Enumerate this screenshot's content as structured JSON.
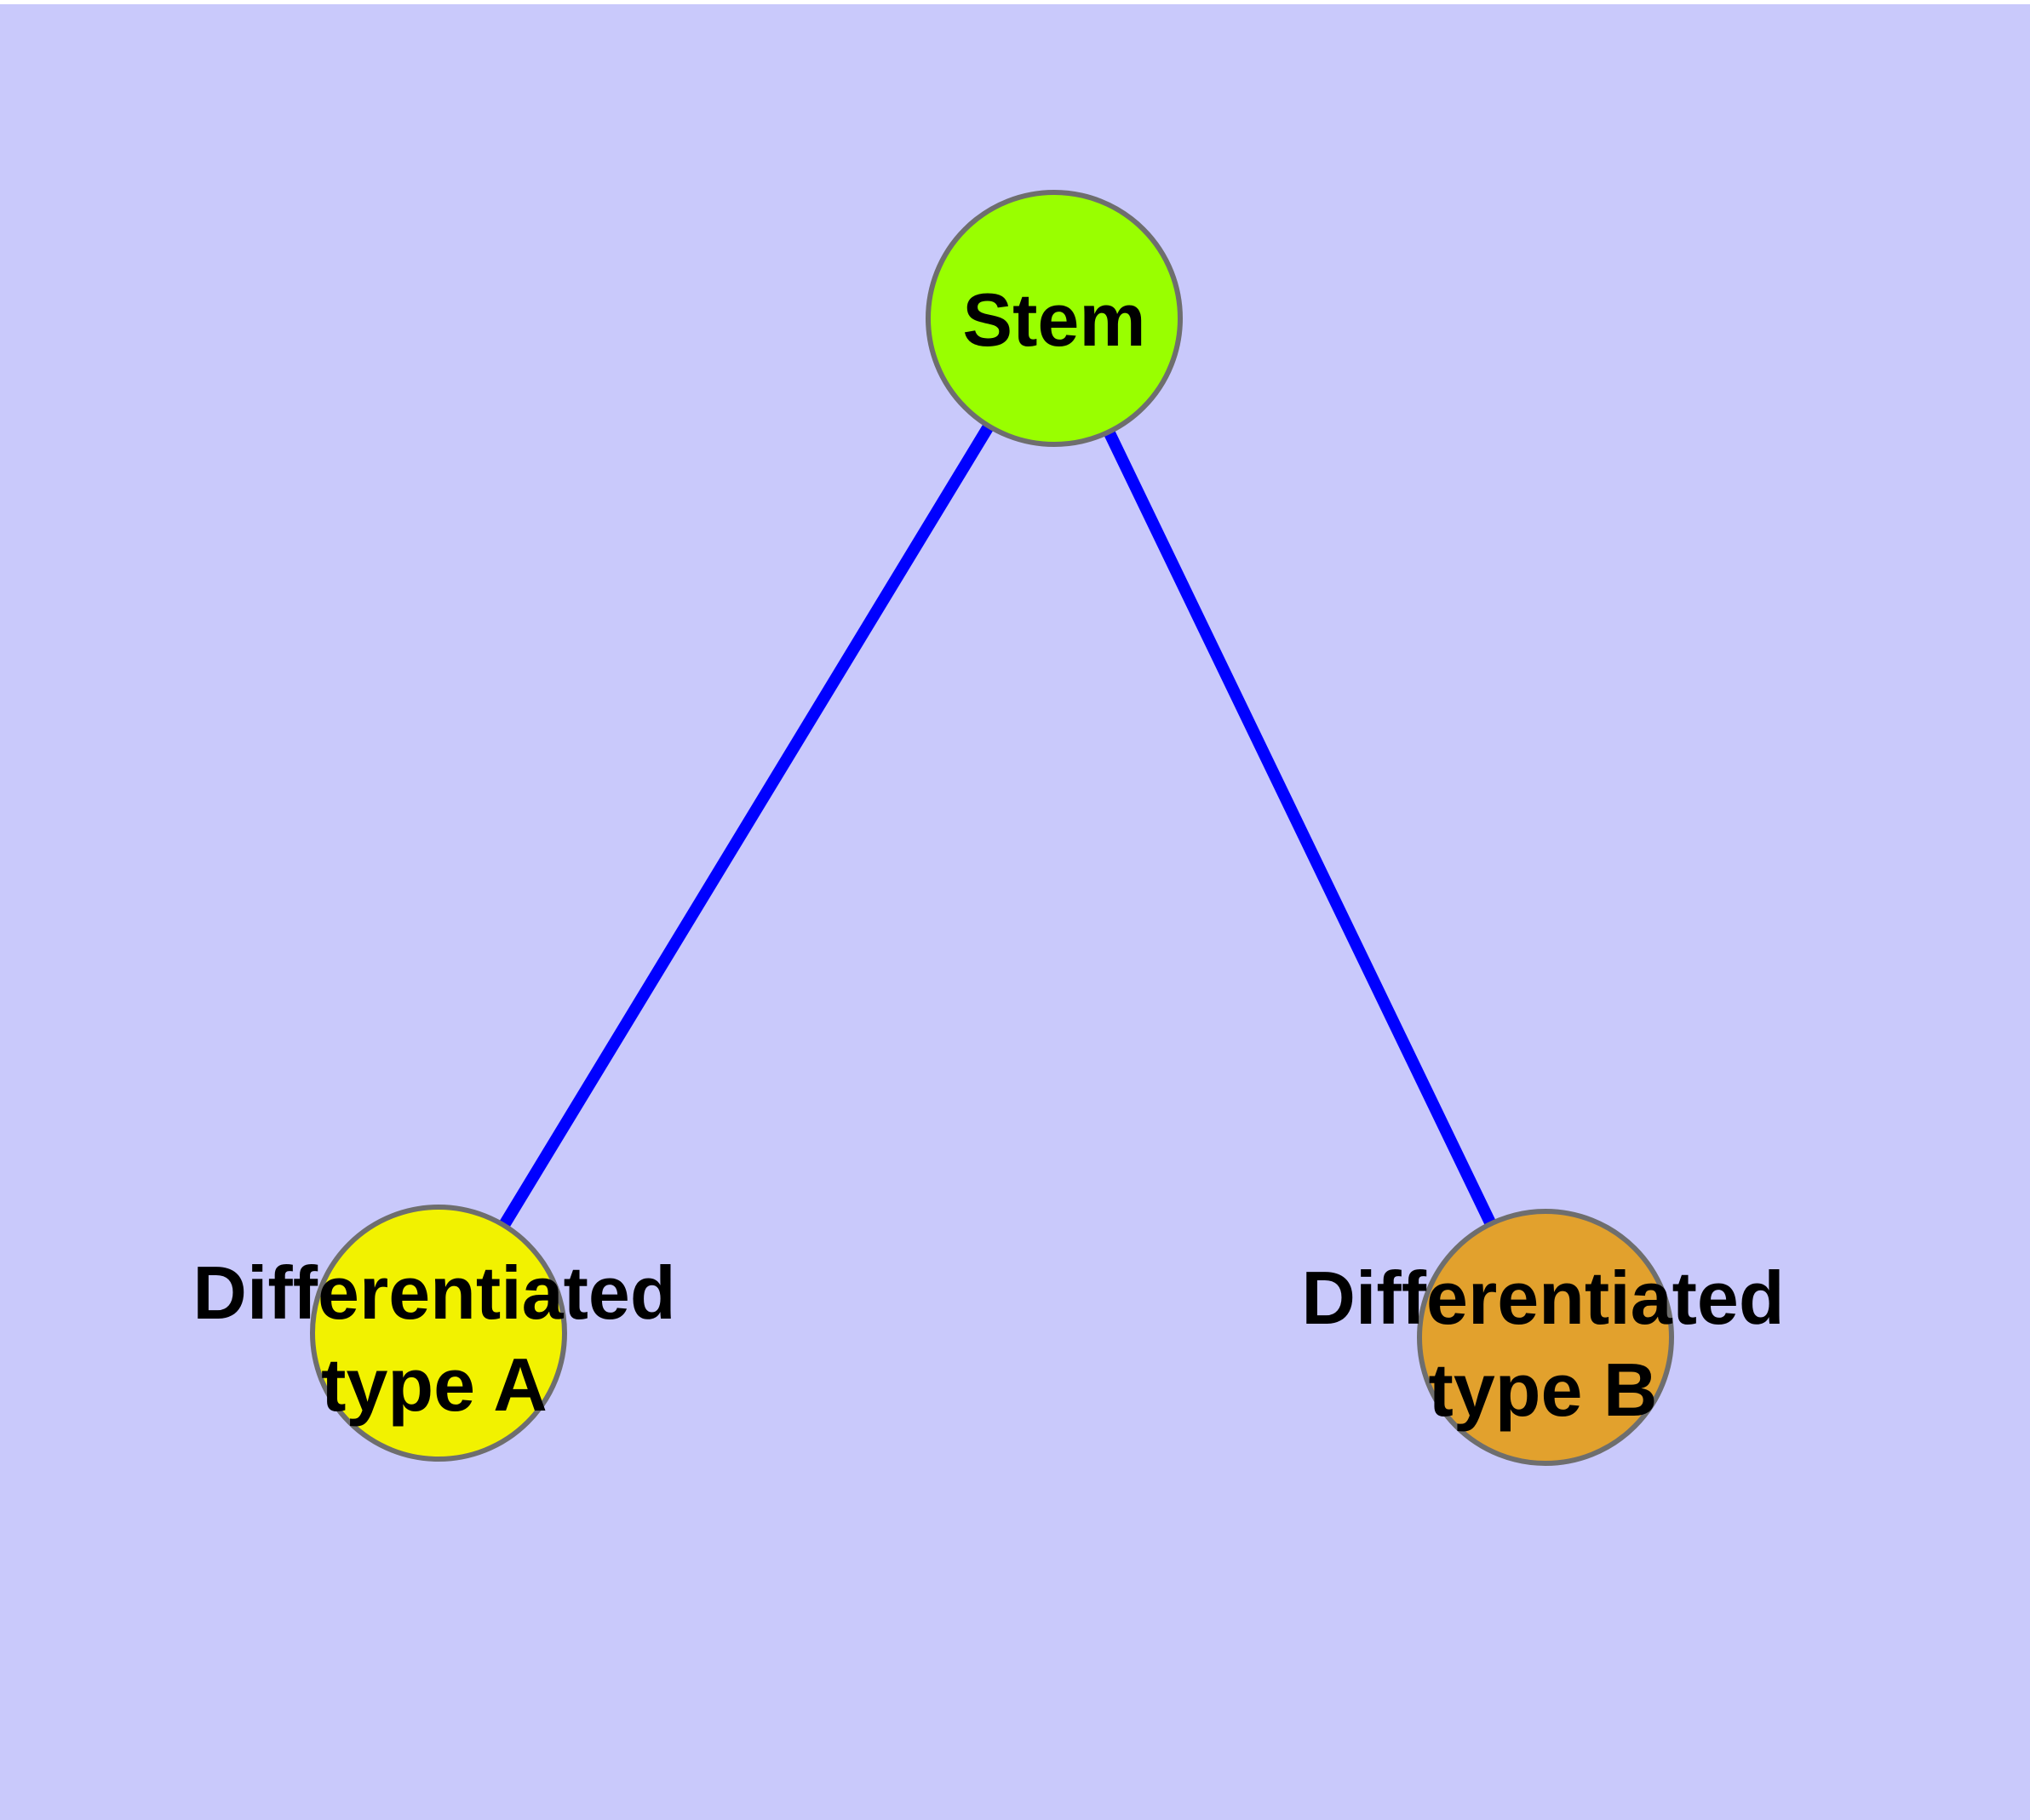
{
  "canvas": {
    "background_color": "#c9c9fb",
    "top_edge_color": "#ffffff"
  },
  "styles": {
    "node_border_color": "#6e6e6e",
    "edge_color": "#0000ff",
    "label_color": "#000000"
  },
  "nodes": {
    "stem": {
      "label": "Stem",
      "fill": "#99ff00"
    },
    "type_a": {
      "label_line1": "Differentiated",
      "label_line2": "type A",
      "fill": "#f2f200"
    },
    "type_b": {
      "label_line1": "Differentiated",
      "label_line2": "type B",
      "fill": "#e2a12d"
    }
  },
  "edges": [
    {
      "from": "stem",
      "to": "type_a"
    },
    {
      "from": "stem",
      "to": "type_b"
    }
  ]
}
